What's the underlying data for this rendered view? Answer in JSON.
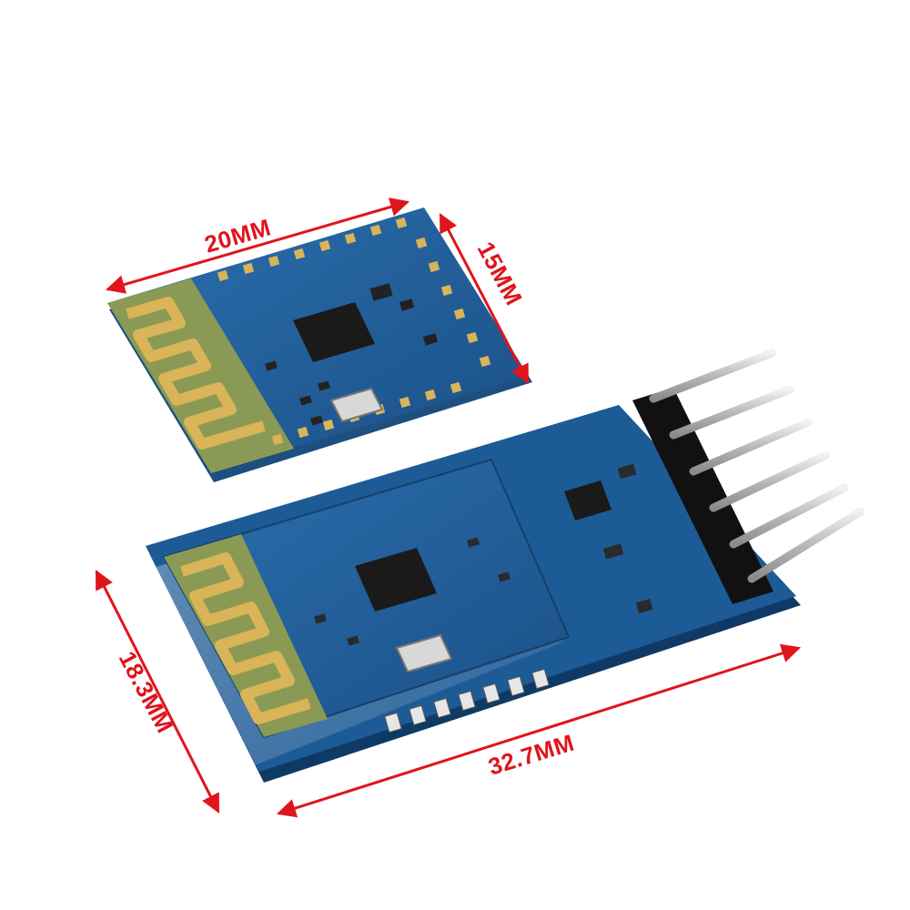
{
  "dimensions": {
    "small_module_width": "20MM",
    "small_module_height": "15MM",
    "large_module_height": "18.3MM",
    "large_module_width": "32.7MM"
  },
  "colors": {
    "annotation_red": "#e0141c",
    "pcb_blue": "#1f5f9a",
    "antenna_gold": "#c9a24a",
    "chip_black": "#1a1a1a",
    "header_black": "#111111",
    "pin_silver": "#c8c8c8"
  },
  "header": {
    "pin_count": 6
  }
}
